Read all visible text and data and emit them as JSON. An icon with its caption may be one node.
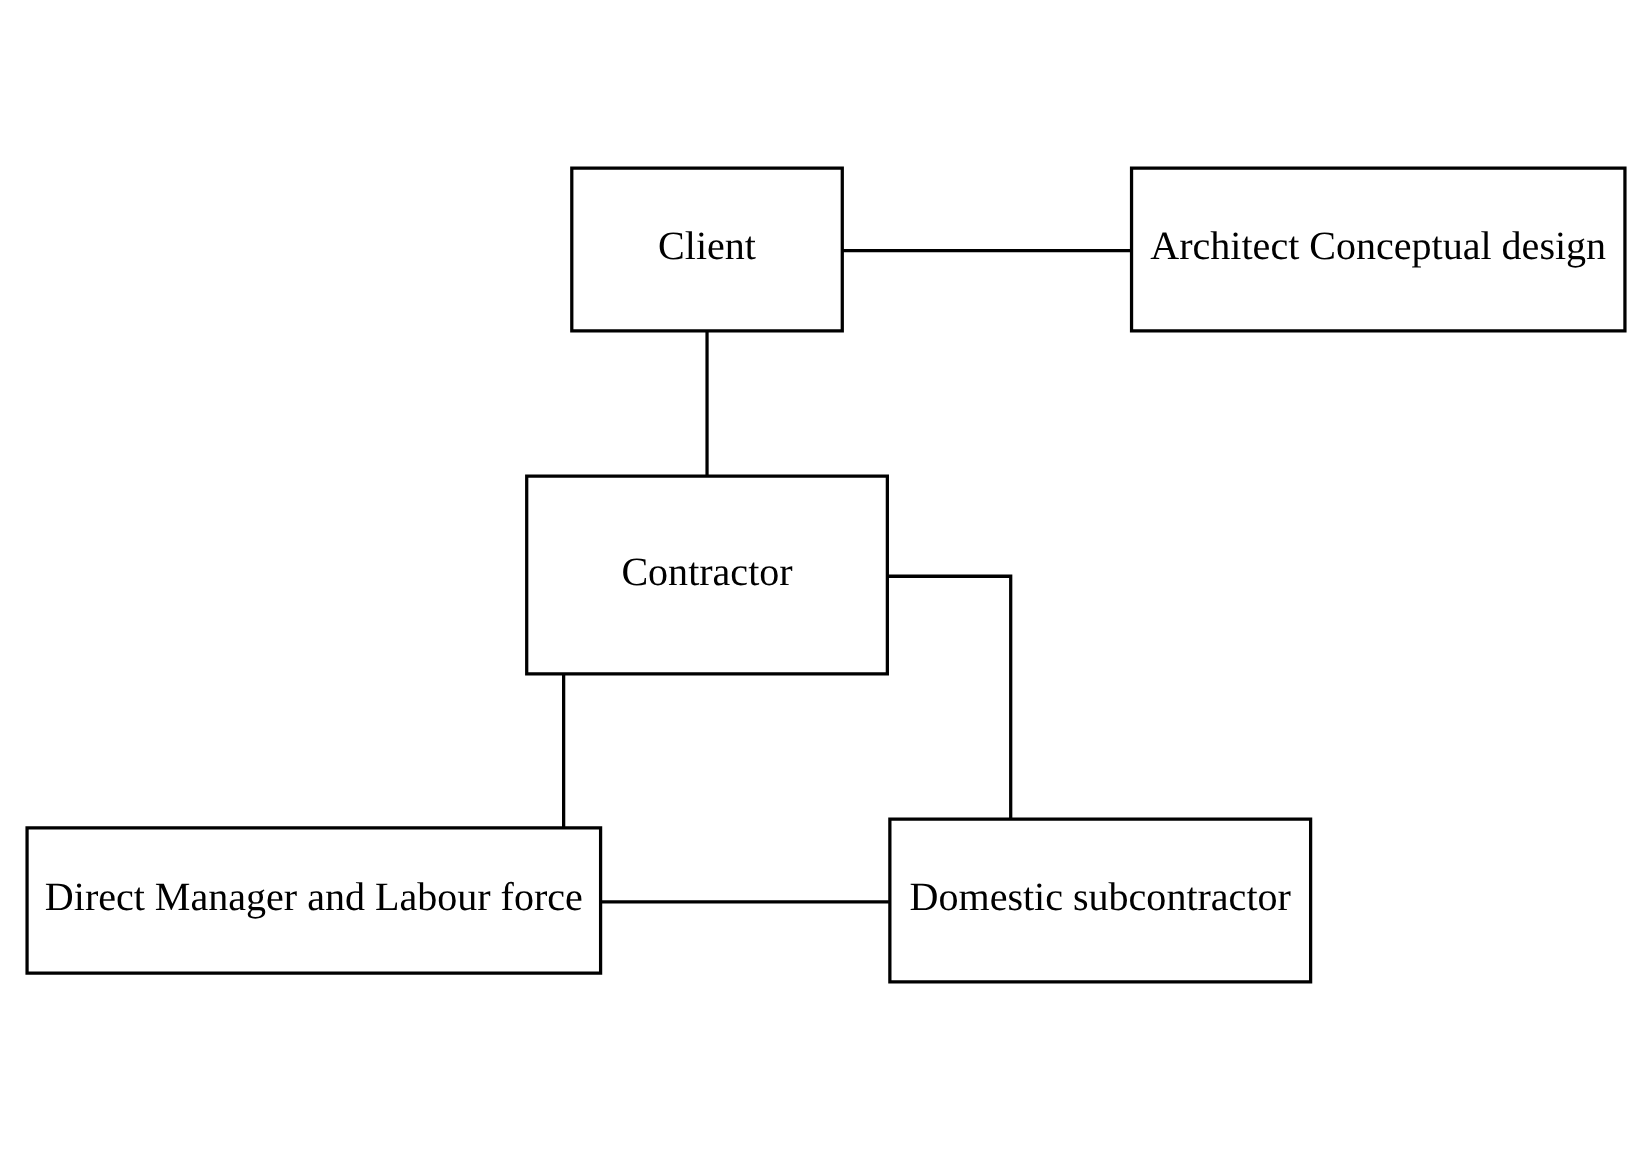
{
  "diagram": {
    "nodes": [
      {
        "text": [
          "Client"
        ]
      },
      {
        "text": [
          "Architect Conceptual design"
        ]
      },
      {
        "text": [
          "Contractor"
        ]
      },
      {
        "text": [
          "Direct Manager and Labour force"
        ]
      },
      {
        "text": [
          "Domestic subcontractor"
        ]
      }
    ],
    "edges": [
      {
        "from": 0,
        "to": 1,
        "arrow": "none"
      },
      {
        "from": 0,
        "to": 2,
        "arrow": "none"
      },
      {
        "from": 2,
        "to": 4,
        "arrow": "none"
      },
      {
        "from": 2,
        "to": 3,
        "arrow": "none"
      },
      {
        "from": 3,
        "to": 4,
        "arrow": "none"
      }
    ]
  }
}
